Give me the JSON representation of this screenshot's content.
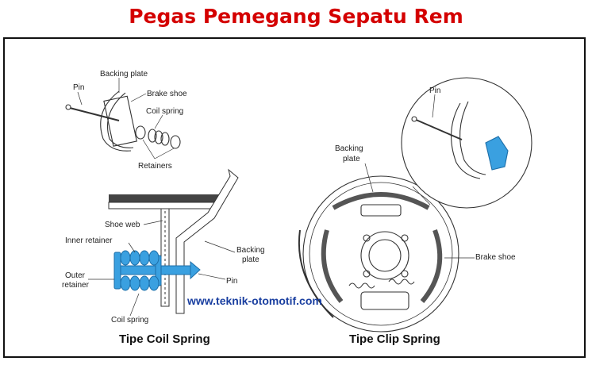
{
  "title": "Pegas Pemegang Sepatu Rem",
  "website": "www.teknik-otomotif.com",
  "colors": {
    "title": "#d40000",
    "highlight": "#3aa0e0",
    "website": "#1a3fa0"
  },
  "top_left_diagram": {
    "labels": {
      "backing_plate": "Backing plate",
      "pin": "Pin",
      "brake_shoe": "Brake shoe",
      "coil_spring": "Coil spring",
      "retainers": "Retainers"
    }
  },
  "coil_section": {
    "labels": {
      "shoe_web": "Shoe web",
      "inner_retainer": "Inner retainer",
      "outer_retainer_1": "Outer",
      "outer_retainer_2": "retainer",
      "backing_plate_1": "Backing",
      "backing_plate_2": "plate",
      "pin": "Pin",
      "coil_spring": "Coil spring"
    },
    "caption": "Tipe Coil Spring"
  },
  "clip_section": {
    "labels": {
      "backing_plate_1": "Backing",
      "backing_plate_2": "plate",
      "pin": "Pin",
      "brake_shoe": "Brake shoe"
    },
    "caption": "Tipe Clip Spring"
  }
}
